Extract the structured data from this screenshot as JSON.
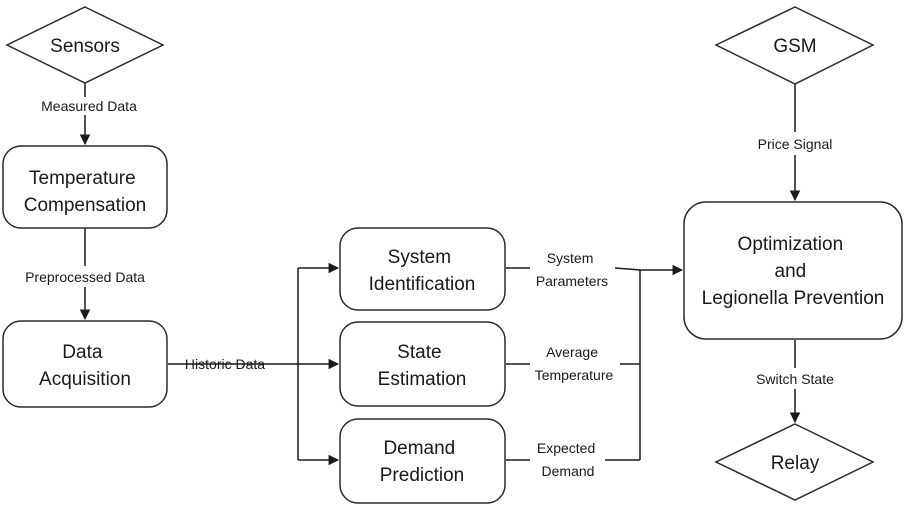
{
  "nodes": {
    "sensors": {
      "label": "Sensors"
    },
    "temperature_compensation": {
      "label_lines": [
        "Temperature",
        "Compensation"
      ]
    },
    "data_acquisition": {
      "label_lines": [
        "Data",
        "Acquisition"
      ]
    },
    "system_identification": {
      "label_lines": [
        "System",
        "Identification"
      ]
    },
    "state_estimation": {
      "label_lines": [
        "State",
        "Estimation"
      ]
    },
    "demand_prediction": {
      "label_lines": [
        "Demand",
        "Prediction"
      ]
    },
    "optimization": {
      "label_lines": [
        "Optimization",
        "and",
        "Legionella Prevention"
      ]
    },
    "gsm": {
      "label": "GSM"
    },
    "relay": {
      "label": "Relay"
    }
  },
  "edges": {
    "measured_data": "Measured Data",
    "preprocessed_data": "Preprocessed Data",
    "historic_data": "Historic Data",
    "system_parameters": [
      "System",
      "Parameters"
    ],
    "average_temperature": [
      "Average",
      "Temperature"
    ],
    "expected_demand": [
      "Expected",
      "Demand"
    ],
    "price_signal": "Price Signal",
    "switch_state": "Switch State"
  }
}
